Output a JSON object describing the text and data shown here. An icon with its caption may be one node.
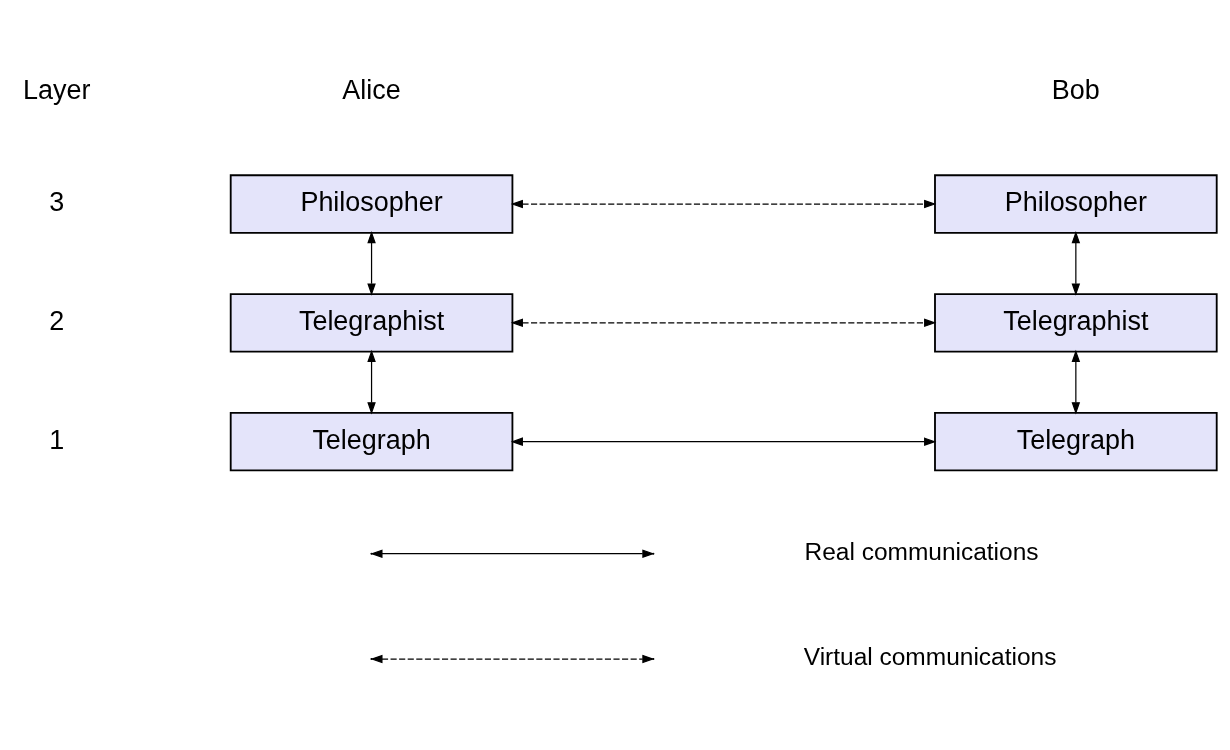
{
  "diagram": {
    "nodes": [
      {
        "text": [
          "Philosopher"
        ]
      },
      {
        "text": [
          "Philosopher"
        ]
      },
      {
        "text": [
          "Telegraphist"
        ]
      },
      {
        "text": [
          "Telegraphist"
        ]
      },
      {
        "text": [
          "Telegraph"
        ]
      },
      {
        "text": [
          "Telegraph"
        ]
      }
    ],
    "edges": [
      {
        "from": 0,
        "to": 1,
        "arrow": "both",
        "style": "dashed"
      },
      {
        "from": 0,
        "to": 2,
        "arrow": "both"
      },
      {
        "from": 1,
        "to": 3,
        "arrow": "both"
      },
      {
        "from": 2,
        "to": 3,
        "arrow": "both",
        "style": "dashed"
      },
      {
        "from": 2,
        "to": 4,
        "arrow": "both"
      },
      {
        "from": 3,
        "to": 5,
        "arrow": "both"
      },
      {
        "from": 4,
        "to": 5,
        "arrow": "both"
      }
    ],
    "labels": [
      "Layer",
      "Alice",
      "Bob",
      "3",
      "2",
      "1"
    ],
    "legend": [
      {
        "text": "Real communications"
      },
      {
        "text": "Virtual communications"
      }
    ]
  }
}
